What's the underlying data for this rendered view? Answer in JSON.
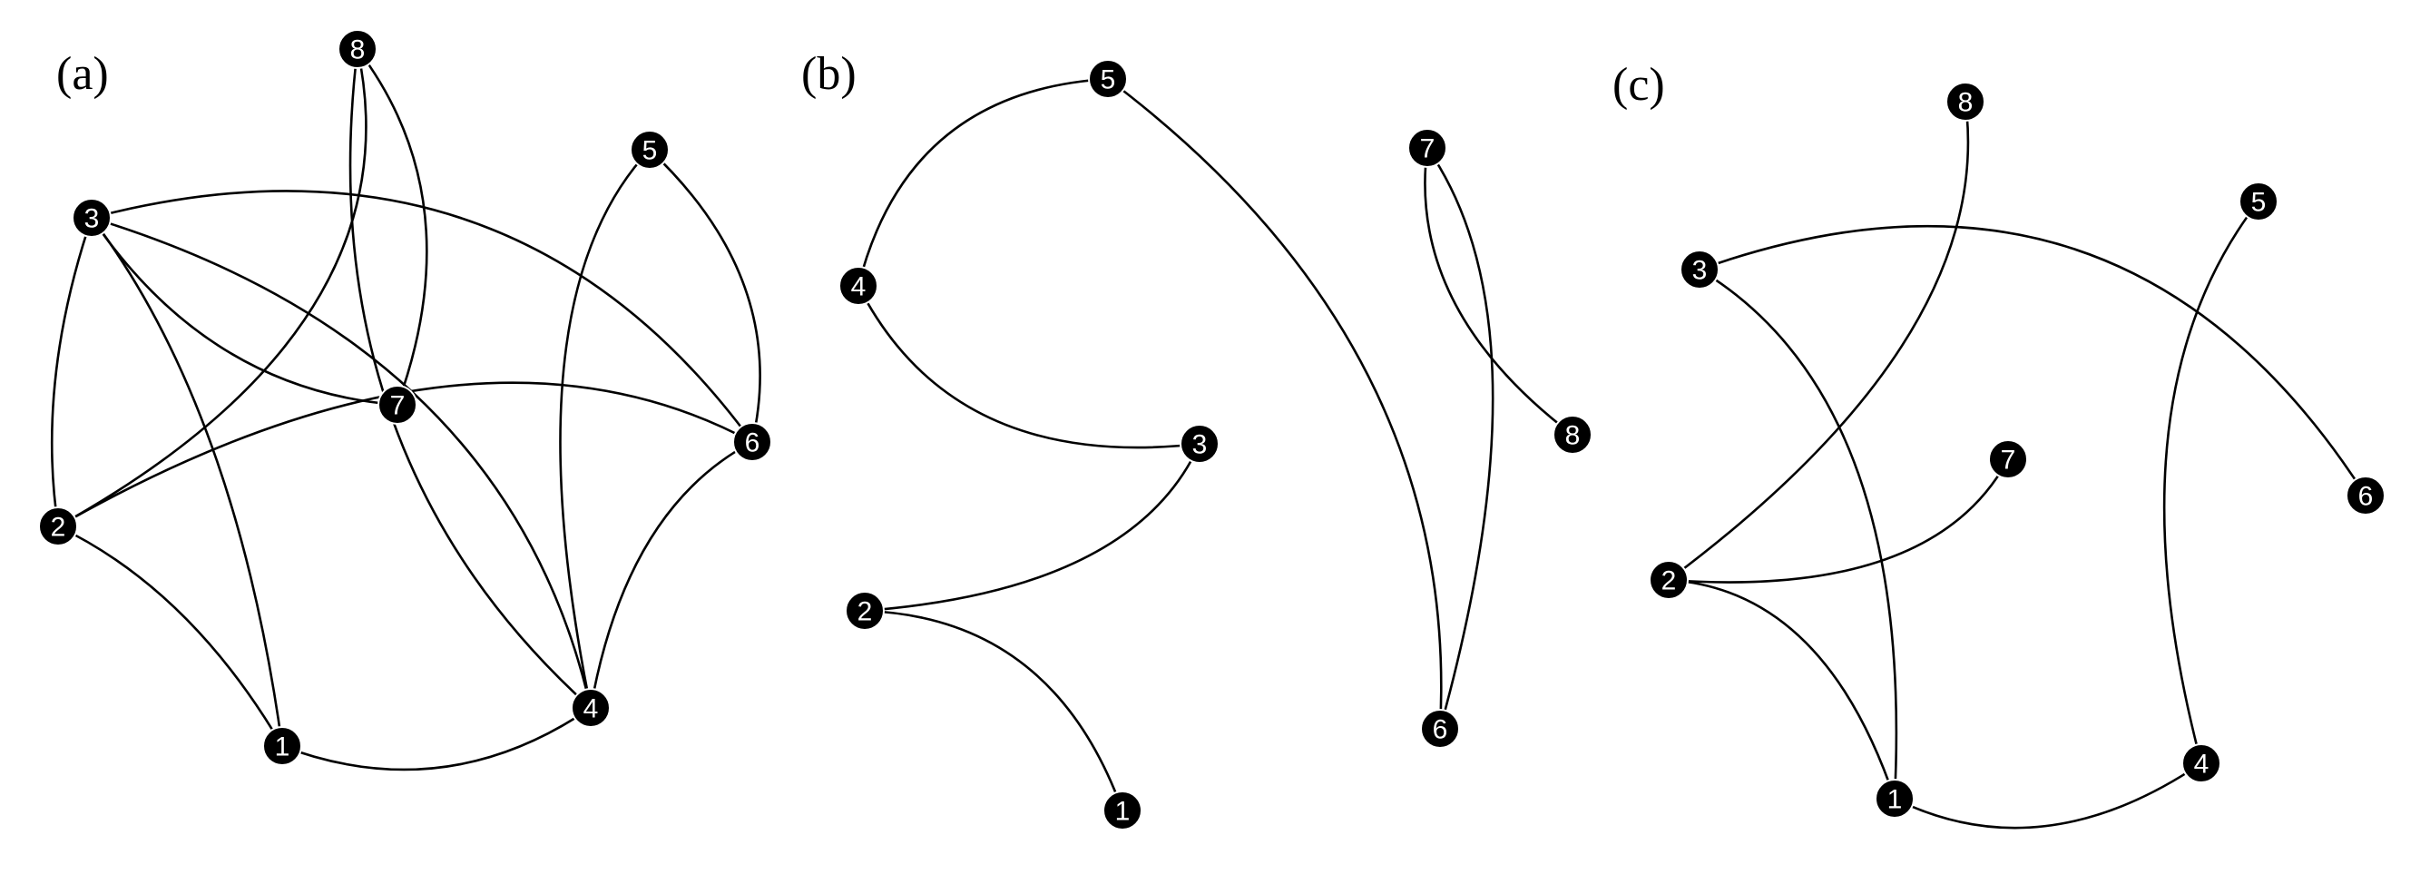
{
  "colors": {
    "background": "#ffffff",
    "node": "#000000",
    "node_text": "#ffffff",
    "edge": "#000000"
  },
  "panels": [
    {
      "label": "(a)",
      "nodes": [
        "1",
        "2",
        "3",
        "4",
        "5",
        "6",
        "7",
        "8"
      ],
      "edges": [
        [
          "1",
          "2"
        ],
        [
          "1",
          "3"
        ],
        [
          "1",
          "4"
        ],
        [
          "2",
          "3"
        ],
        [
          "2",
          "6"
        ],
        [
          "2",
          "8"
        ],
        [
          "3",
          "4"
        ],
        [
          "3",
          "6"
        ],
        [
          "3",
          "7"
        ],
        [
          "4",
          "5"
        ],
        [
          "4",
          "6"
        ],
        [
          "4",
          "8"
        ],
        [
          "5",
          "6"
        ],
        [
          "7",
          "8"
        ]
      ]
    },
    {
      "label": "(b)",
      "nodes": [
        "1",
        "2",
        "3",
        "4",
        "5",
        "6",
        "7",
        "8"
      ],
      "edges": [
        [
          "1",
          "2"
        ],
        [
          "2",
          "3"
        ],
        [
          "3",
          "4"
        ],
        [
          "4",
          "5"
        ],
        [
          "5",
          "6"
        ],
        [
          "6",
          "7"
        ],
        [
          "7",
          "8"
        ]
      ]
    },
    {
      "label": "(c)",
      "nodes": [
        "1",
        "2",
        "3",
        "4",
        "5",
        "6",
        "7",
        "8"
      ],
      "edges": [
        [
          "1",
          "2"
        ],
        [
          "1",
          "3"
        ],
        [
          "1",
          "4"
        ],
        [
          "2",
          "7"
        ],
        [
          "2",
          "8"
        ],
        [
          "3",
          "6"
        ],
        [
          "4",
          "5"
        ]
      ]
    }
  ]
}
